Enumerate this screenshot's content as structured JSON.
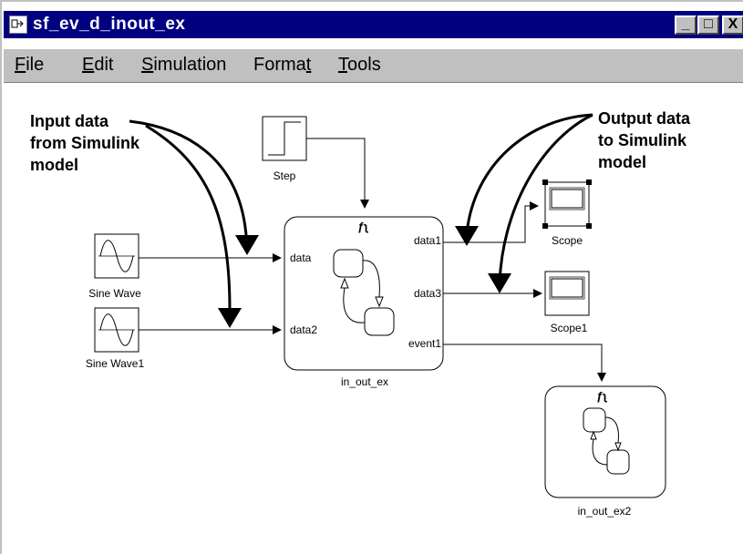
{
  "window": {
    "title": "sf_ev_d_inout_ex",
    "buttons": {
      "minimize": "_",
      "maximize": "□",
      "close": "X"
    }
  },
  "menu": {
    "items": [
      {
        "label": "File",
        "underline": "F",
        "rest": "ile"
      },
      {
        "label": "Edit",
        "underline": "E",
        "rest": "dit"
      },
      {
        "label": "Simulation",
        "underline": "S",
        "rest": "imulation"
      },
      {
        "label": "Format",
        "pre": "Forma",
        "underline": "t",
        "rest": ""
      },
      {
        "label": "Tools",
        "underline": "T",
        "rest": "ools"
      }
    ]
  },
  "annotations": {
    "input": [
      "Input data",
      "from Simulink",
      "model"
    ],
    "output": [
      "Output data",
      "to Simulink",
      "model"
    ]
  },
  "blocks": {
    "step": "Step",
    "sine1": "Sine Wave",
    "sine2": "Sine Wave1",
    "scope": "Scope",
    "scope1": "Scope1",
    "chart1": "in_out_ex",
    "chart2": "in_out_ex2"
  },
  "ports": {
    "in1": "data",
    "in2": "data2",
    "out1": "data1",
    "out2": "data3",
    "out3": "event1"
  },
  "trigger_symbol": "ƒ⁠ʅ"
}
